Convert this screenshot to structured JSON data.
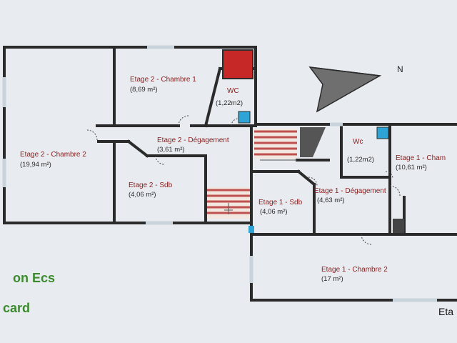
{
  "plan": {
    "compass": {
      "label": "N"
    },
    "rooms": [
      {
        "id": "e2-chambre1",
        "name": "Etage 2 - Chambre 1",
        "area": "(8,69 m²)"
      },
      {
        "id": "e2-wc",
        "name": "WC",
        "area": "(1,22m2)"
      },
      {
        "id": "e2-degagement",
        "name": "Etage 2 - Dégagement",
        "area": "(3,61 m²)"
      },
      {
        "id": "e2-chambre2",
        "name": "Etage 2 - Chambre 2",
        "area": "(19,94 m²)"
      },
      {
        "id": "e2-sdb",
        "name": "Etage 2 - Sdb",
        "area": "(4,06 m²)"
      },
      {
        "id": "e1-wc",
        "name": "Wc",
        "area": "(1,22m2)"
      },
      {
        "id": "e1-chambre",
        "name": "Etage 1 - Cham",
        "area": "(10,61 m²)"
      },
      {
        "id": "e1-sdb",
        "name": "Etage 1 - Sdb",
        "area": "(4,06 m²)"
      },
      {
        "id": "e1-degagement",
        "name": "Etage 1 - Dégagement",
        "area": "(4,63 m²)"
      },
      {
        "id": "e1-chambre2",
        "name": "Etage 1 - Chambre 2",
        "area": "(17 m²)"
      }
    ],
    "legend": {
      "line1": "on Ecs",
      "line2": "card"
    },
    "corner_text": "Eta",
    "colors": {
      "wall": "#2b2b2b",
      "room_label": "#8b1c1c",
      "legend": "#3c8a2e",
      "stairs": "#c0504d",
      "boiler": "#c62828",
      "fixture": "#2ea3d6"
    }
  }
}
